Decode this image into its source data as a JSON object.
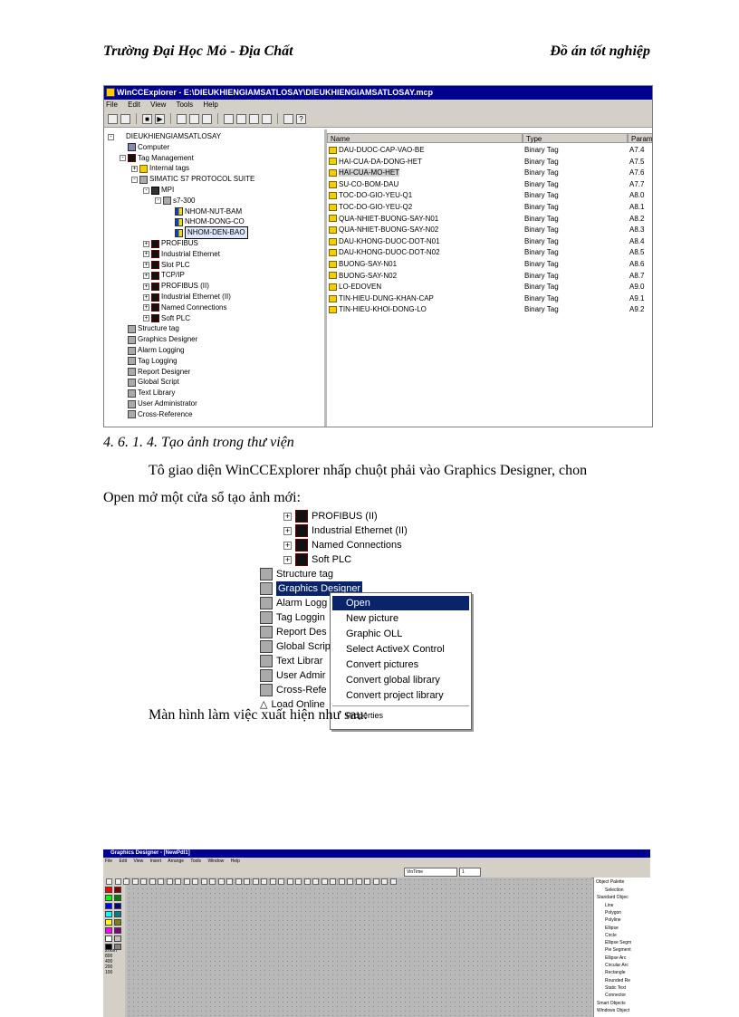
{
  "header": {
    "left": "Trường Đại Học Mỏ - Địa Chất",
    "right": "Đồ án tốt nghiệp"
  },
  "wincc": {
    "title": "WinCCExplorer - E:\\DIEUKHIENGIAMSATLOSAY\\DIEUKHIENGIAMSATLOSAY.mcp",
    "menu": [
      "File",
      "Edit",
      "View",
      "Tools",
      "Help"
    ],
    "tree": [
      {
        "label": "DIEUKHIENGIAMSATLOSAY",
        "level": 0,
        "pm": "-",
        "icon": "project"
      },
      {
        "label": "Computer",
        "level": 1,
        "pm": "",
        "icon": "computer"
      },
      {
        "label": "Tag Management",
        "level": 1,
        "pm": "-",
        "icon": "dark"
      },
      {
        "label": "Internal tags",
        "level": 2,
        "pm": "+",
        "icon": "folder"
      },
      {
        "label": "SIMATIC S7 PROTOCOL SUITE",
        "level": 2,
        "pm": "-",
        "icon": "gray"
      },
      {
        "label": "MPI",
        "level": 3,
        "pm": "-",
        "icon": "mpi"
      },
      {
        "label": "s7-300",
        "level": 4,
        "pm": "-",
        "icon": "gray"
      },
      {
        "label": "NHOM-NUT-BAM",
        "level": 5,
        "pm": "",
        "icon": "tag"
      },
      {
        "label": "NHOM-DONG-CO",
        "level": 5,
        "pm": "",
        "icon": "tag"
      },
      {
        "label": "NHOM-DEN-BAO",
        "level": 5,
        "pm": "",
        "icon": "tag",
        "selected": true
      },
      {
        "label": "PROFIBUS",
        "level": 3,
        "pm": "+",
        "icon": "dark"
      },
      {
        "label": "Industrial Ethernet",
        "level": 3,
        "pm": "+",
        "icon": "dark"
      },
      {
        "label": "Slot PLC",
        "level": 3,
        "pm": "+",
        "icon": "dark"
      },
      {
        "label": "TCP/IP",
        "level": 3,
        "pm": "+",
        "icon": "dark"
      },
      {
        "label": "PROFIBUS (II)",
        "level": 3,
        "pm": "+",
        "icon": "dark"
      },
      {
        "label": "Industrial Ethernet (II)",
        "level": 3,
        "pm": "+",
        "icon": "dark"
      },
      {
        "label": "Named Connections",
        "level": 3,
        "pm": "+",
        "icon": "dark"
      },
      {
        "label": "Soft PLC",
        "level": 3,
        "pm": "+",
        "icon": "dark"
      },
      {
        "label": "Structure tag",
        "level": 1,
        "pm": "",
        "icon": "gray"
      },
      {
        "label": "Graphics Designer",
        "level": 1,
        "pm": "",
        "icon": "gray"
      },
      {
        "label": "Alarm Logging",
        "level": 1,
        "pm": "",
        "icon": "gray"
      },
      {
        "label": "Tag Logging",
        "level": 1,
        "pm": "",
        "icon": "gray"
      },
      {
        "label": "Report Designer",
        "level": 1,
        "pm": "",
        "icon": "gray"
      },
      {
        "label": "Global Script",
        "level": 1,
        "pm": "",
        "icon": "gray"
      },
      {
        "label": "Text Library",
        "level": 1,
        "pm": "",
        "icon": "gray"
      },
      {
        "label": "User Administrator",
        "level": 1,
        "pm": "",
        "icon": "gray"
      },
      {
        "label": "Cross-Reference",
        "level": 1,
        "pm": "",
        "icon": "gray"
      }
    ],
    "columns": [
      "Name",
      "Type",
      "Param"
    ],
    "rows": [
      {
        "name": "DAU-DUOC-CAP-VAO-BE",
        "type": "Binary Tag",
        "param": "A7.4"
      },
      {
        "name": "HAI-CUA-DA-DONG-HET",
        "type": "Binary Tag",
        "param": "A7.5"
      },
      {
        "name": "HAI-CUA-MO-HET",
        "type": "Binary Tag",
        "param": "A7.6",
        "highlight": true
      },
      {
        "name": "SU-CO-BOM-DAU",
        "type": "Binary Tag",
        "param": "A7.7"
      },
      {
        "name": "TOC-DO-GIO-YEU-Q1",
        "type": "Binary Tag",
        "param": "A8.0"
      },
      {
        "name": "TOC-DO-GIO-YEU-Q2",
        "type": "Binary Tag",
        "param": "A8.1"
      },
      {
        "name": "QUA-NHIET-BUONG-SAY-N01",
        "type": "Binary Tag",
        "param": "A8.2"
      },
      {
        "name": "QUA-NHIET-BUONG-SAY-N02",
        "type": "Binary Tag",
        "param": "A8.3"
      },
      {
        "name": "DAU-KHONG-DUOC-DOT-N01",
        "type": "Binary Tag",
        "param": "A8.4"
      },
      {
        "name": "DAU-KHONG-DUOC-DOT-N02",
        "type": "Binary Tag",
        "param": "A8.5"
      },
      {
        "name": "BUONG-SAY-N01",
        "type": "Binary Tag",
        "param": "A8.6"
      },
      {
        "name": "BUONG-SAY-N02",
        "type": "Binary Tag",
        "param": "A8.7"
      },
      {
        "name": "LO-EDOVEN",
        "type": "Binary Tag",
        "param": "A9.0"
      },
      {
        "name": "TIN-HIEU-DUNG-KHAN-CAP",
        "type": "Binary Tag",
        "param": "A9.1"
      },
      {
        "name": "TIN-HIEU-KHOI-DONG-LO",
        "type": "Binary Tag",
        "param": "A9.2"
      }
    ]
  },
  "section_heading": "4. 6. 1. 4. Tạo ảnh trong thư viện",
  "paragraph_line1": "Tô giao diện WinCCExplorer nhấp chuột phải vào Graphics Designer, chon",
  "paragraph_line2": "Open mở một cửa sổ tạo ảnh mới:",
  "context_shot": {
    "tree": [
      {
        "label": "PROFIBUS (II)",
        "pm": "+",
        "icon": "dark",
        "indent": true
      },
      {
        "label": "Industrial Ethernet (II)",
        "pm": "+",
        "icon": "dark",
        "indent": true
      },
      {
        "label": "Named Connections",
        "pm": "+",
        "icon": "dark",
        "indent": true
      },
      {
        "label": "Soft PLC",
        "pm": "+",
        "icon": "dark",
        "indent": true
      },
      {
        "label": "Structure tag",
        "pm": "",
        "icon": "gray"
      },
      {
        "label": "Graphics Designer",
        "pm": "",
        "icon": "gray",
        "selected": true
      },
      {
        "label": "Alarm Logg",
        "pm": "",
        "icon": "gray"
      },
      {
        "label": "Tag Loggin",
        "pm": "",
        "icon": "gray"
      },
      {
        "label": "Report Des",
        "pm": "",
        "icon": "gray"
      },
      {
        "label": "Global Scrip",
        "pm": "",
        "icon": "gray"
      },
      {
        "label": "Text Librar",
        "pm": "",
        "icon": "gray"
      },
      {
        "label": "User Admir",
        "pm": "",
        "icon": "gray"
      },
      {
        "label": "Cross-Refe",
        "pm": "",
        "icon": "gray"
      },
      {
        "label": "Load Online",
        "pm": "",
        "icon": "triangle"
      }
    ],
    "menu": [
      "Open",
      "New picture",
      "Graphic OLL",
      "Select ActiveX Control",
      "Convert pictures",
      "Convert global library",
      "Convert project library",
      "Properties"
    ]
  },
  "paragraph2": "Màn hình làm việc xuất hiện như sau:",
  "graphics": {
    "title": "Graphics Designer - [NewPdl1]",
    "menu": [
      "File",
      "Edit",
      "View",
      "Insert",
      "Arrange",
      "Tools",
      "Window",
      "Help"
    ],
    "font": "VinTime",
    "font_size": "1",
    "zoom_label": "Zoom",
    "zoom_values": [
      "800",
      "400",
      "200",
      "100"
    ],
    "object_palette_title": "Object Palette",
    "objects": [
      "Selection",
      "Standard Objec",
      "Line",
      "Polygon",
      "Polyline",
      "Ellipse",
      "Circle",
      "Ellipse Segm",
      "Pie Segment",
      "Ellipse Arc",
      "Circular Arc",
      "Rectangle",
      "Rounded Re",
      "Static Text",
      "Connector",
      "Smart Objects",
      "Windows Object"
    ],
    "swatches": [
      "#ff0000",
      "#800000",
      "#00ff00",
      "#008000",
      "#0000ff",
      "#000080",
      "#00ffff",
      "#008080",
      "#ffff00",
      "#808000",
      "#ff00ff",
      "#800080",
      "#ffffff",
      "#c0c0c0",
      "#000000",
      "#808080"
    ]
  }
}
